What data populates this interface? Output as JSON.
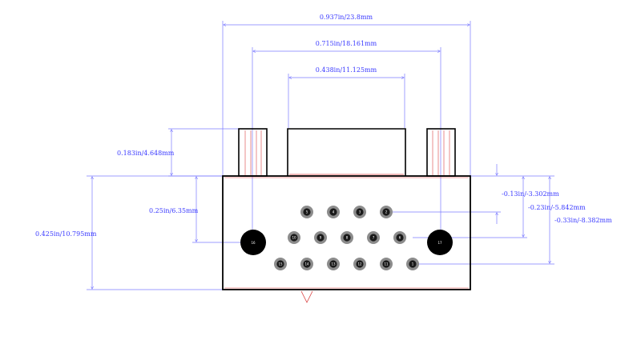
{
  "colors": {
    "dimension": "#7b7bff",
    "dimension_text": "#3a3aff",
    "outline": "#000000",
    "red_line": "#d94040",
    "pin_ring": "#8c8c8c",
    "pin_pad": "#1a1a1a",
    "mount_hole": "#000000"
  },
  "dimensions": {
    "overall_width": "0.937in/23.8mm",
    "mount_spacing": "0.715in/18.161mm",
    "shell_width": "0.438in/11.125mm",
    "boss_height": "0.183in/4.648mm",
    "hole_offset": "0.25in/6.35mm",
    "total_height": "0.425in/10.795mm",
    "row1_offset": "-0.13in/-3.302mm",
    "row2_offset": "-0.23in/-5.842mm",
    "row3_offset": "-0.33in/-8.382mm"
  },
  "pins": {
    "row1": [
      "5",
      "4",
      "3",
      "2"
    ],
    "row2": [
      "10",
      "9",
      "8",
      "7",
      "6"
    ],
    "row3": [
      "15",
      "14",
      "13",
      "12",
      "11",
      "1"
    ],
    "mount_left": "16",
    "mount_right": "17"
  }
}
